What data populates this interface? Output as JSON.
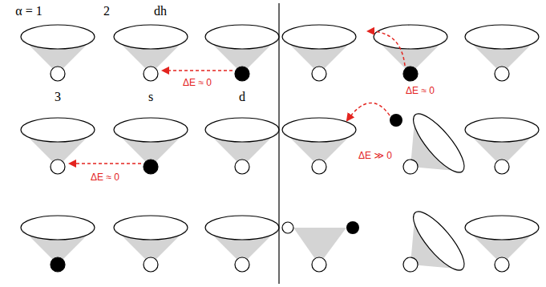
{
  "diagram": {
    "labels": [
      "α = 1",
      "2",
      "dh",
      "3",
      "s",
      "d",
      "ΔE ≈ 0",
      "ΔE ≈ 0",
      "ΔE ≈ 0",
      "ΔE ≫ 0"
    ]
  }
}
